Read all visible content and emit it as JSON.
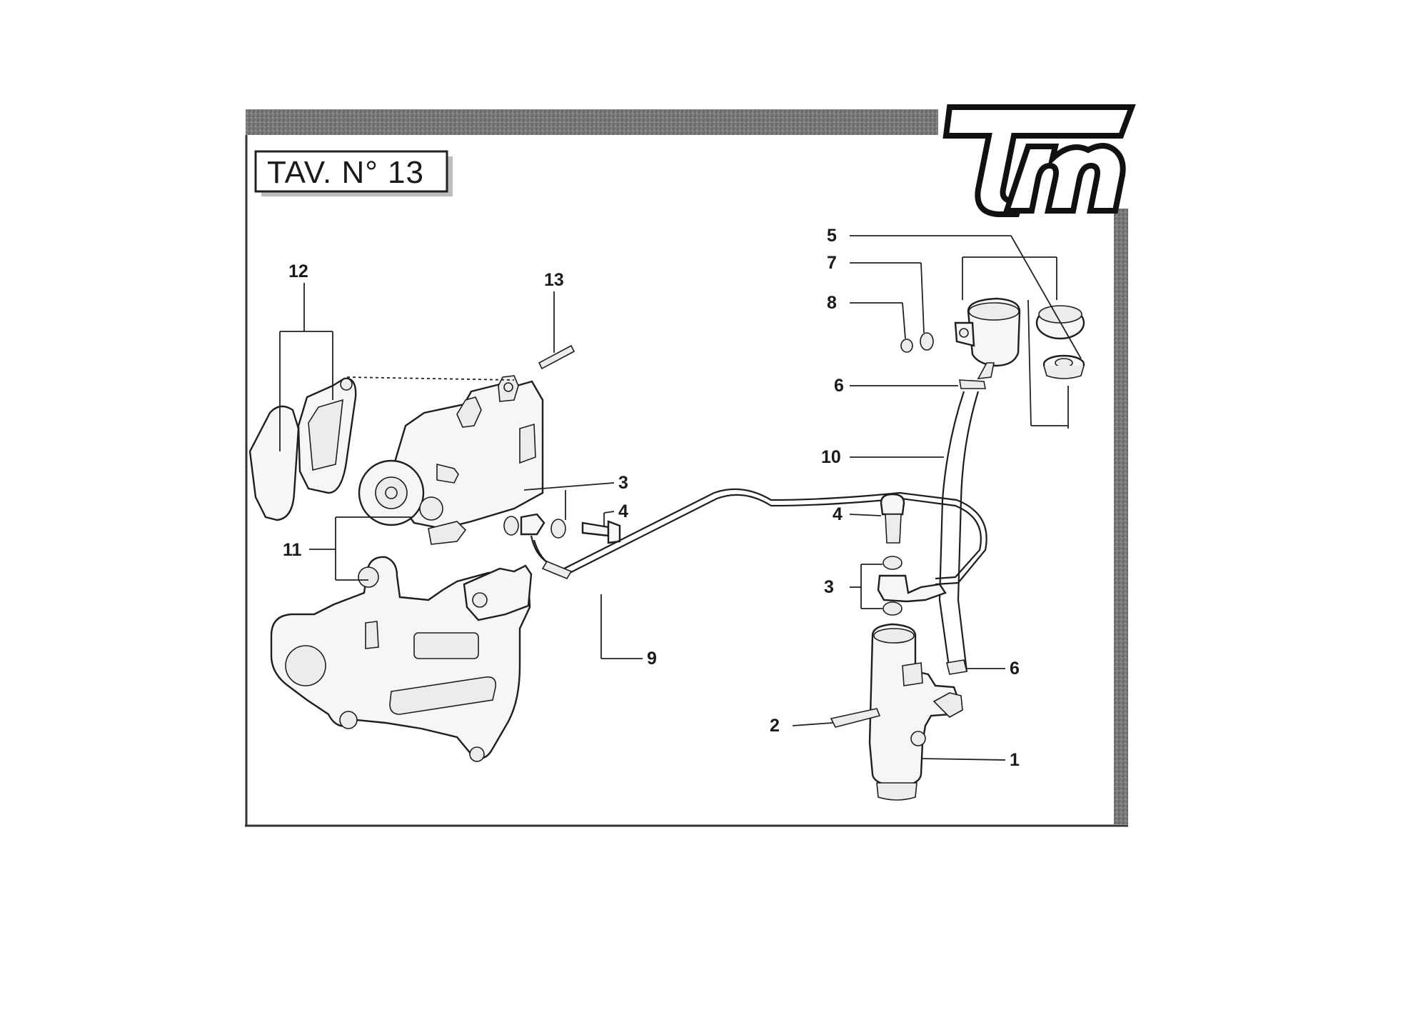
{
  "plate": {
    "title": "TAV. N° 13"
  },
  "brand": {
    "logo_text": "tm"
  },
  "callouts": [
    "1",
    "2",
    "3",
    "3",
    "4",
    "4",
    "5",
    "6",
    "6",
    "7",
    "8",
    "9",
    "10",
    "11",
    "12",
    "13"
  ]
}
